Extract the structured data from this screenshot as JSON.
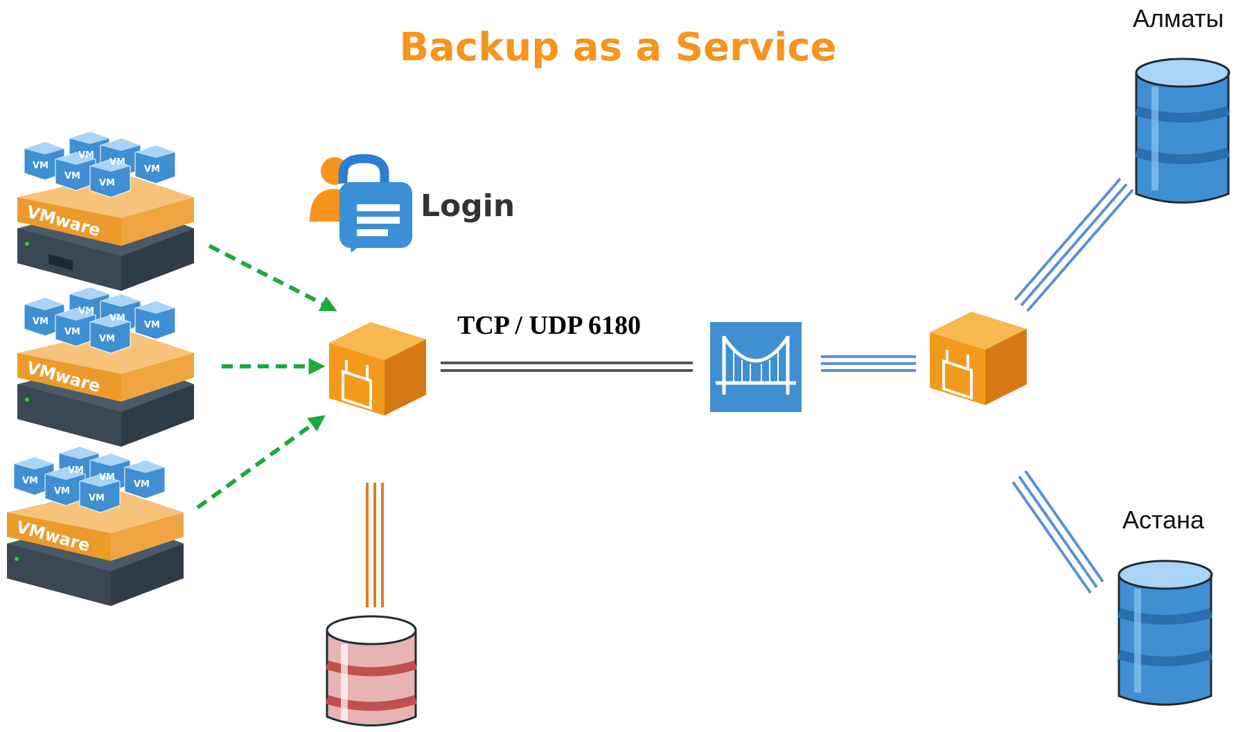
{
  "title": "Backup as a Service",
  "protocol_label": "TCP / UDP 6180",
  "login": {
    "label": "Login"
  },
  "sites": {
    "site1": "Алматы",
    "site2": "Астана"
  },
  "hosts": [
    {
      "brand": "VMware",
      "vm": "VM"
    },
    {
      "brand": "VMware",
      "vm": "VM"
    },
    {
      "brand": "VMware",
      "vm": "VM"
    }
  ],
  "colors": {
    "title": "#f7941d",
    "arrow": "#1aaa3c",
    "link_dark": "#555555",
    "link_blue": "#5b8fd6",
    "link_orange": "#e07a1f",
    "db_blue": "#3f8fd2",
    "db_red": "#d9a0a0"
  },
  "icons": [
    "login-icon",
    "vmware-host-icon",
    "backup-appliance-icon",
    "gateway-bridge-icon",
    "database-icon"
  ]
}
